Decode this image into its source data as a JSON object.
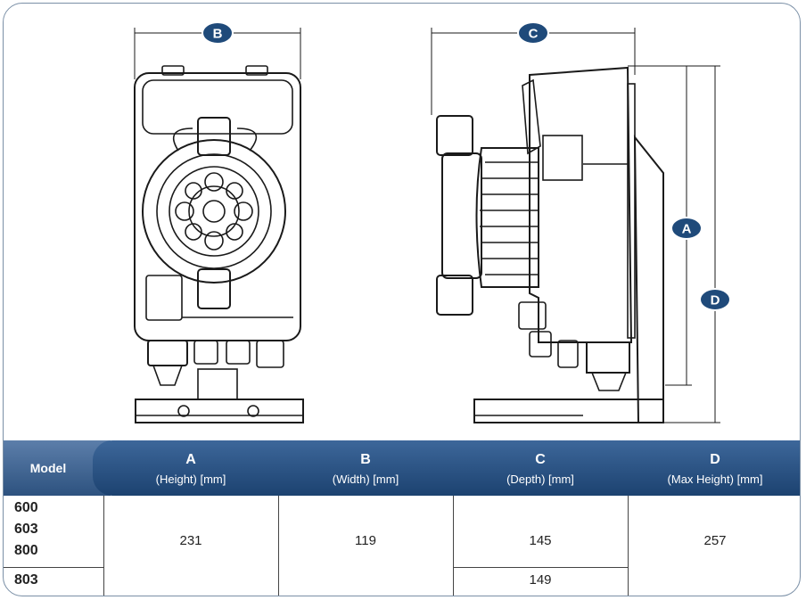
{
  "diagram": {
    "dimension_labels": {
      "b": "B",
      "c": "C",
      "a": "A",
      "d": "D"
    }
  },
  "table": {
    "model_header": "Model",
    "columns": [
      {
        "letter": "A",
        "unit": "(Height) [mm]"
      },
      {
        "letter": "B",
        "unit": "(Width) [mm]"
      },
      {
        "letter": "C",
        "unit": "(Depth) [mm]"
      },
      {
        "letter": "D",
        "unit": "(Max Height) [mm]"
      }
    ],
    "group1_models": [
      "600",
      "603",
      "800"
    ],
    "group2_models": [
      "803"
    ],
    "values": {
      "a": "231",
      "b": "119",
      "c_group1": "145",
      "c_group2": "149",
      "d": "257"
    }
  },
  "colors": {
    "band_dark": "#1c4270",
    "band_light": "#3d679a",
    "badge": "#1f4a7a",
    "line": "#222222"
  }
}
